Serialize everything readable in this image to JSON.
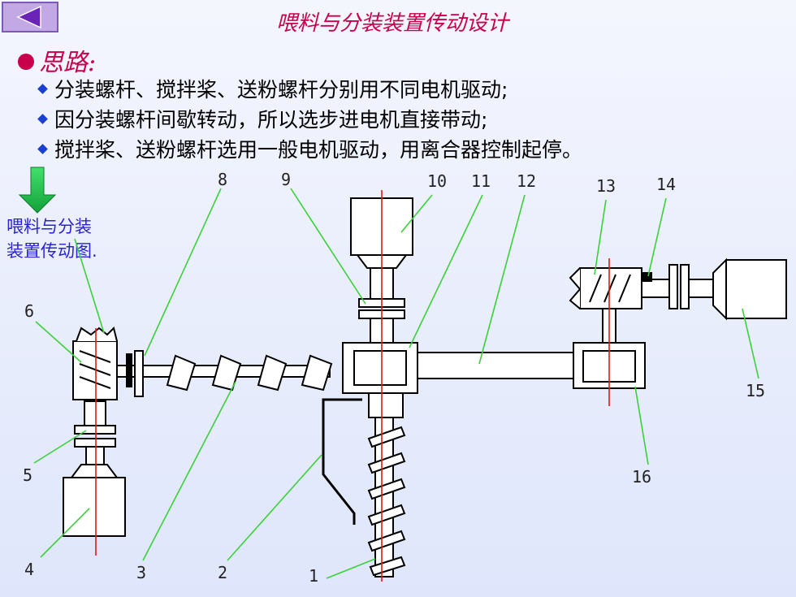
{
  "slide": {
    "title": "喂料与分装装置传动设计",
    "heading": "思路:",
    "bullets": [
      "分装螺杆、搅拌桨、送粉螺杆分别用不同电机驱动;",
      "因分装螺杆间歇转动，所以选步进电机直接带动;",
      "搅拌桨、送粉螺杆选用一般电机驱动，用离合器控制起停。"
    ],
    "caption": "喂料与分装装置传动图."
  },
  "nav": {
    "icon": "left-arrow-icon"
  },
  "diagram": {
    "part_labels": [
      "1",
      "2",
      "3",
      "4",
      "5",
      "6",
      "8",
      "9",
      "10",
      "11",
      "12",
      "13",
      "14",
      "15",
      "16"
    ]
  },
  "colors": {
    "title": "#c8004b",
    "caption": "#2a22d6",
    "bullet_marker": "#1b3fd0",
    "leader_line": "#3ad13a",
    "axis_line": "#e01818",
    "arrow": "#22c24a"
  }
}
